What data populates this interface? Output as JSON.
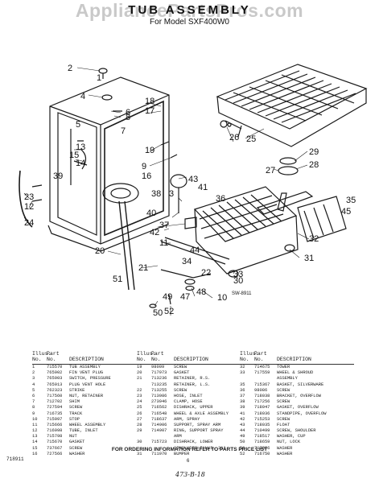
{
  "watermark": "AppliancePartsPros.com",
  "header": {
    "title": "TUB ASSEMBLY",
    "subtitle": "For Model SXF400W0"
  },
  "callouts": [
    "1",
    "2",
    "3",
    "4",
    "5",
    "6",
    "7",
    "8",
    "9",
    "10",
    "11",
    "12",
    "13",
    "14",
    "15",
    "16",
    "17",
    "18",
    "19",
    "20",
    "21",
    "22",
    "23",
    "24",
    "25",
    "26",
    "27",
    "28",
    "29",
    "30",
    "31",
    "32",
    "33",
    "34",
    "35",
    "36",
    "37",
    "38",
    "39",
    "40",
    "41",
    "42",
    "43",
    "44",
    "45",
    "47",
    "48",
    "49",
    "50",
    "51",
    "52"
  ],
  "drawing_code": "SW-8911",
  "parts_headers": {
    "illus": "Illus.",
    "no": "No.",
    "part": "Part",
    "part_no": "No.",
    "description": "DESCRIPTION"
  },
  "parts": [
    [
      [
        "1",
        "715570",
        "TUB ASSEMBLY"
      ],
      [
        "2",
        "765902",
        "FIN VENT PLUG"
      ],
      [
        "3",
        "765903",
        "SWITCH, PRESSURE"
      ],
      [
        "4",
        "765913",
        "PLUG VENT HOLE"
      ],
      [
        "5",
        "762323",
        "STRIKE"
      ],
      [
        "6",
        "717560",
        "NUT, RETAINER"
      ],
      [
        "7",
        "712702",
        "SHIM"
      ],
      [
        "8",
        "727594",
        "SCREW"
      ],
      [
        "9",
        "716735",
        "TRACK"
      ],
      [
        "10",
        "715997",
        "STOP"
      ],
      [
        "11",
        "715666",
        "WHEEL ASSEMBLY"
      ],
      [
        "12",
        "716998",
        "TUBE, INLET"
      ],
      [
        "13",
        "715798",
        "NUT"
      ],
      [
        "14",
        "715670",
        "GASKET"
      ],
      [
        "15",
        "737667",
        "SCREW"
      ],
      [
        "16",
        "727566",
        "WASHER"
      ]
    ],
    [
      [
        "19",
        "98009",
        "SCREW"
      ],
      [
        "20",
        "717973",
        "GASKET"
      ],
      [
        "21",
        "713236",
        "RETAINER, R.S."
      ],
      [
        "",
        "713235",
        "RETAINER, L.S."
      ],
      [
        "22",
        "713255",
        "SCREW"
      ],
      [
        "23",
        "713986",
        "HOSE, INLET"
      ],
      [
        "24",
        "273946",
        "CLAMP, HOSE"
      ],
      [
        "25",
        "716562",
        "DISHRACK, UPPER"
      ],
      [
        "26",
        "716548",
        "WHEEL & AXLE ASSEMBLY"
      ],
      [
        "27",
        "718637",
        "ARM, SPRAY"
      ],
      [
        "28",
        "714906",
        "SUPPORT, SPRAY ARM"
      ],
      [
        "29",
        "714907",
        "RING, SUPPORT SPRAY"
      ],
      [
        "",
        "",
        "ARM"
      ],
      [
        "30",
        "715723",
        "DISHRACK, LOWER"
      ],
      [
        "",
        "",
        "(INCLUDES ILLUS. 31)"
      ],
      [
        "31",
        "711970",
        "BUMPER"
      ]
    ],
    [
      [
        "32",
        "714675",
        "TOWER"
      ],
      [
        "33",
        "717559",
        "WHEEL & SHROUD"
      ],
      [
        "",
        "",
        "ASSEMBLY"
      ],
      [
        "35",
        "715367",
        "BASKET, SILVERWARE"
      ],
      [
        "36",
        "98086",
        "SCREW"
      ],
      [
        "37",
        "718038",
        "BRACKET, OVERFLOW"
      ],
      [
        "38",
        "717256",
        "SCREW"
      ],
      [
        "39",
        "718047",
        "GASKET, OVERFLOW"
      ],
      [
        "41",
        "718036",
        "STANDPIPE, OVERFLOW"
      ],
      [
        "42",
        "715253",
        "SCREW"
      ],
      [
        "43",
        "718035",
        "FLOAT"
      ],
      [
        "44",
        "710499",
        "SCREW, SHOULDER"
      ],
      [
        "49",
        "718517",
        "WASHER, CUP"
      ],
      [
        "50",
        "718659",
        "NUT, LOCK"
      ],
      [
        "51",
        "717626",
        "WASHER"
      ],
      [
        "52",
        "716750",
        "WASHER"
      ]
    ]
  ],
  "footer": {
    "ordering": "FOR ORDERING INFORMATION REFER TO PARTS PRICE LIST",
    "code": "718911",
    "page": "6",
    "handwritten": "473-B-18"
  }
}
